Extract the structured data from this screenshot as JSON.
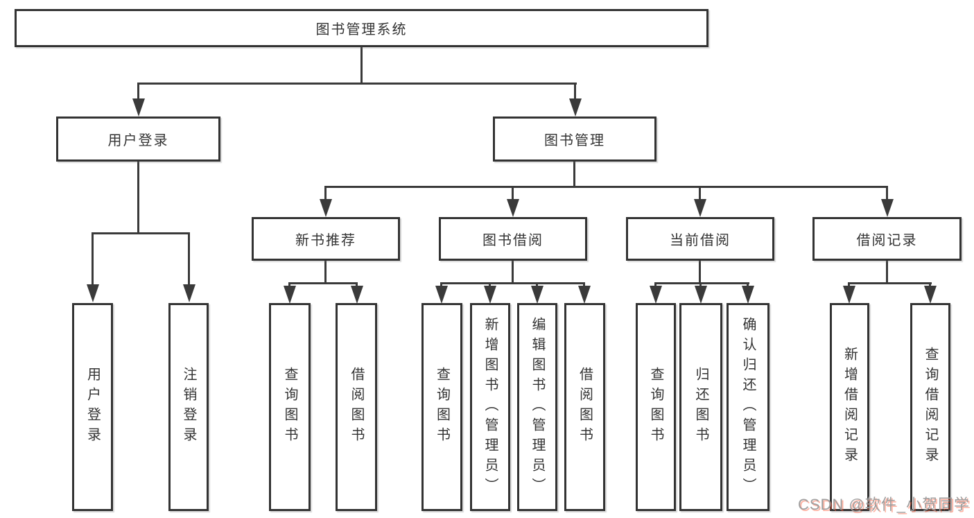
{
  "diagram": {
    "root": {
      "label": "图书管理系统"
    },
    "level2": [
      {
        "label": "用户登录",
        "children": [
          {
            "label": "用户登录"
          },
          {
            "label": "注销登录"
          }
        ]
      },
      {
        "label": "图书管理",
        "children": [
          {
            "label": "新书推荐",
            "children": [
              {
                "label": "查询图书"
              },
              {
                "label": "借阅图书"
              }
            ]
          },
          {
            "label": "图书借阅",
            "children": [
              {
                "label": "查询图书"
              },
              {
                "label": "新增图书（管理员）"
              },
              {
                "label": "编辑图书（管理员）"
              },
              {
                "label": "借阅图书"
              }
            ]
          },
          {
            "label": "当前借阅",
            "children": [
              {
                "label": "查询图书"
              },
              {
                "label": "归还图书"
              },
              {
                "label": "确认归还（管理员）"
              }
            ]
          },
          {
            "label": "借阅记录",
            "children": [
              {
                "label": "新增借阅记录"
              },
              {
                "label": "查询借阅记录"
              }
            ]
          }
        ]
      }
    ]
  },
  "watermark": {
    "text": "CSDN @软件_小贺同学"
  },
  "colors": {
    "line": "#3a3a3a",
    "text": "#333333",
    "bg": "#ffffff",
    "wm_gray": "#9e9e9e",
    "wm_red": "#fc5531"
  }
}
